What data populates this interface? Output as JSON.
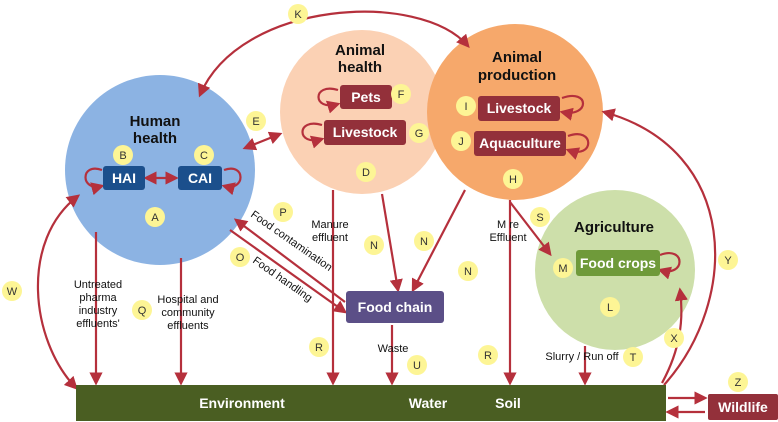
{
  "circles": {
    "human_health": "Human health",
    "human_health_l1": "Human",
    "human_health_l2": "health",
    "animal_health_l1": "Animal",
    "animal_health_l2": "health",
    "animal_production_l1": "Animal",
    "animal_production_l2": "production",
    "agriculture": "Agriculture"
  },
  "boxes": {
    "hai": "HAI",
    "cai": "CAI",
    "pets": "Pets",
    "livestock_health": "Livestock",
    "livestock_production": "Livestock",
    "aquaculture": "Aquaculture",
    "food_crops": "Food crops",
    "food_chain": "Food chain",
    "wildlife": "Wildlife"
  },
  "environment_bar": {
    "environment": "Environment",
    "water": "Water",
    "soil": "Soil"
  },
  "flow_labels": {
    "untreated_l1": "Untreated",
    "untreated_l2": "pharma",
    "untreated_l3": "industry",
    "untreated_l4": "effluents'",
    "hospital_l1": "Hospital and",
    "hospital_l2": "community",
    "hospital_l3": "effluents",
    "manure_l1": "Manure",
    "manure_l2": "effluent",
    "mre_l1": "M re",
    "mre_l2": "Effluent",
    "food_contamination": "Food contamination",
    "food_handling": "Food handling",
    "waste": "Waste",
    "slurry": "Slurry / Run off"
  },
  "letters": [
    "A",
    "B",
    "C",
    "D",
    "E",
    "F",
    "G",
    "H",
    "I",
    "J",
    "K",
    "L",
    "M",
    "N",
    "N",
    "N",
    "O",
    "P",
    "Q",
    "R",
    "R",
    "S",
    "T",
    "U",
    "W",
    "X",
    "Y",
    "Z"
  ],
  "colors": {
    "human_circle": "#8cb3e3",
    "animal_health_circle": "#fbd1b4",
    "animal_production_circle": "#f6a86b",
    "agriculture_circle": "#cddfaa",
    "blue_box": "#1b4f8c",
    "red_box": "#93303a",
    "green_box": "#6f9a3a",
    "food_chain_box": "#5b4f87",
    "environment_bar": "#4a5e22",
    "arrow": "#b5303c",
    "letter_circle": "#fdf595"
  }
}
